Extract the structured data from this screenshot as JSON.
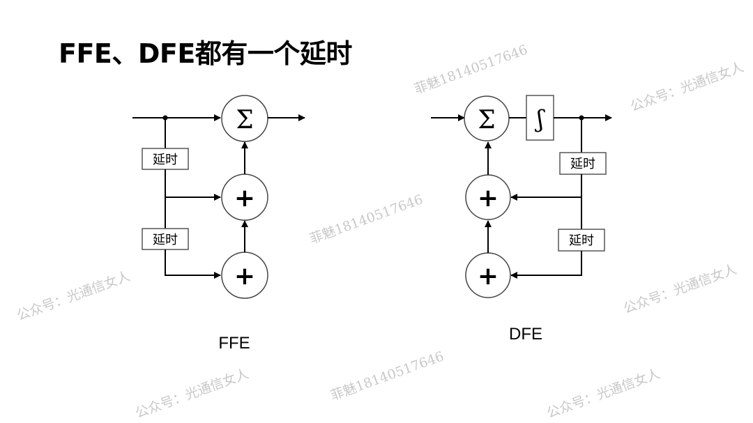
{
  "slide": {
    "title": "FFE、DFE都有一个延时"
  },
  "ffe": {
    "label": "FFE",
    "sum_symbol": "Σ",
    "adder_symbol": "+",
    "delay_labels": [
      "延时",
      "延时"
    ]
  },
  "dfe": {
    "label": "DFE",
    "sum_symbol": "Σ",
    "slicer_symbol": "ʃ",
    "adder_symbol": "+",
    "delay_labels": [
      "延时",
      "延时"
    ]
  },
  "watermarks": {
    "account": "公众号：光通信女人",
    "phone": "菲魅18140517646"
  },
  "colors": {
    "line": "#000000",
    "box_border": "#555555",
    "watermark": "#c8c8c8"
  }
}
